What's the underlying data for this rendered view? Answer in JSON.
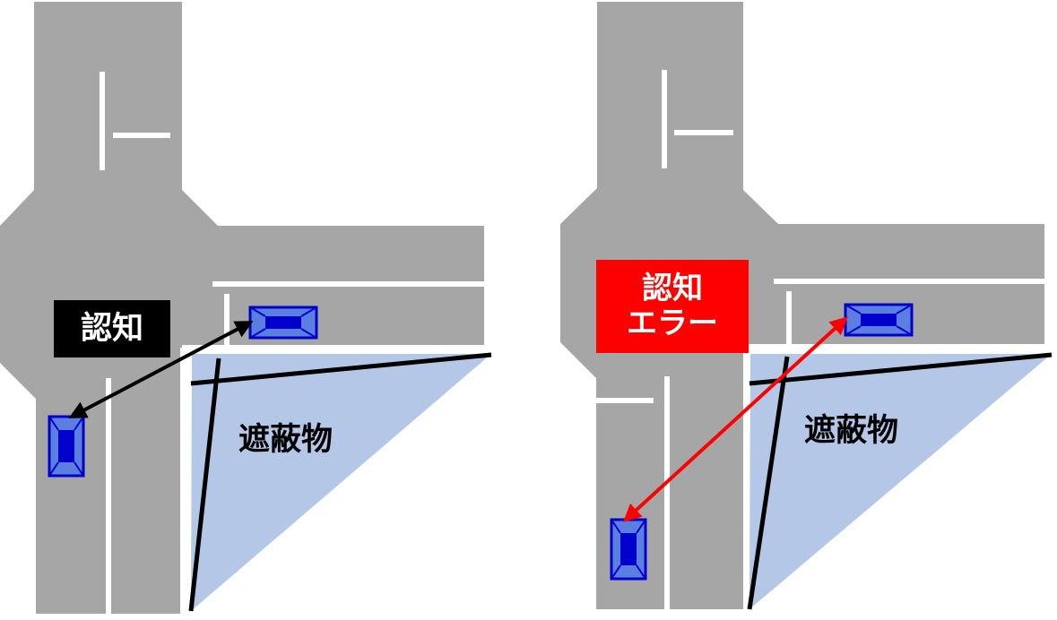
{
  "panels": [
    {
      "status_label": "認知",
      "status_color": "#000000",
      "obstacle_label": "遮蔽物",
      "arrow_color": "#000000"
    },
    {
      "status_label": "認知\nエラー",
      "status_color": "#ff0000",
      "obstacle_label": "遮蔽物",
      "arrow_color": "#ff0000"
    }
  ],
  "colors": {
    "road": "#a6a6a6",
    "lane_marking": "#ffffff",
    "obstacle_fill": "#b4c7e7",
    "car_body": "#0000cc",
    "car_light": "#5b7fe0"
  }
}
